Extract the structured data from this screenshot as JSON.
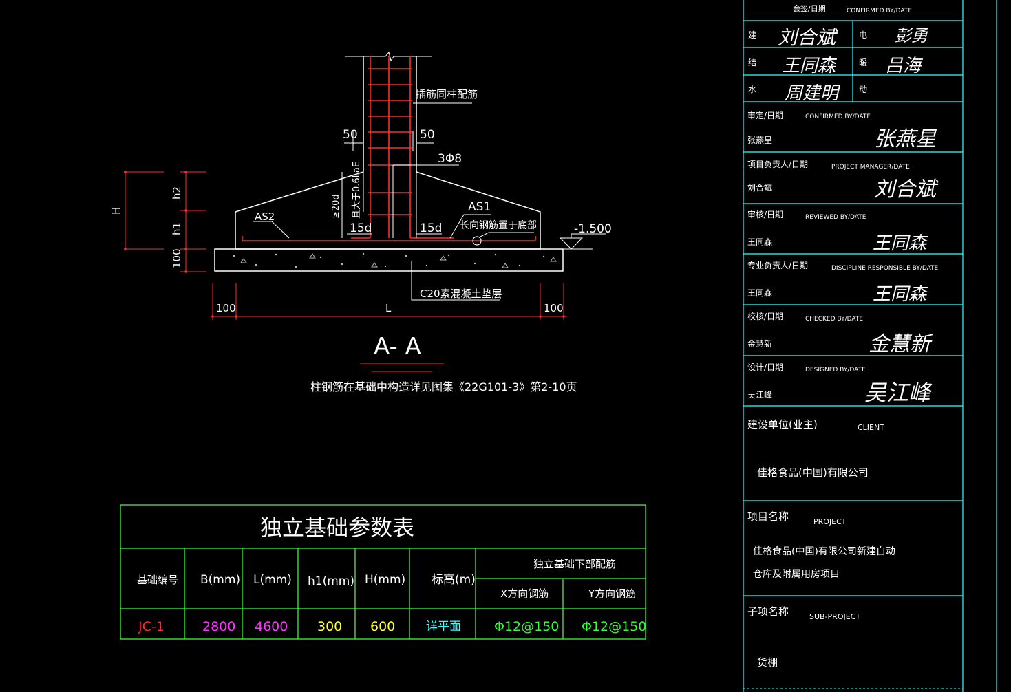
{
  "section": {
    "title": "A- A",
    "note": "柱钢筋在基础中构造详见图集《22G101-3》第2-10页",
    "labels": {
      "insert": "插筋同柱配筋",
      "dim_50_left": "50",
      "dim_50_right": "50",
      "stirrup": "3Φ8",
      "anchor_vert": "≥20d",
      "anchor_len": "且大于0.6LaE",
      "as1": "AS1",
      "as2": "AS2",
      "d15_left": "15d",
      "d15_right": "15d",
      "long_bar": "长向钢筋置于底部",
      "elevation": "-1.500",
      "cushion": "C20素混凝土垫层",
      "H": "H",
      "h1": "h1",
      "h2": "h2",
      "d100_vert": "100",
      "d100_left": "100",
      "d100_right": "100",
      "L": "L"
    }
  },
  "param_table": {
    "title": "独立基础参数表",
    "headers": [
      "基础编号",
      "B(mm)",
      "L(mm)",
      "h1(mm)",
      "H(mm)",
      "标高(m)"
    ],
    "rebar_group": "独立基础下部配筋",
    "rebar_headers": [
      "X方向钢筋",
      "Y方向钢筋"
    ],
    "row": [
      "JC-1",
      "2800",
      "4600",
      "300",
      "600",
      "详平面",
      "Φ12@150",
      "Φ12@150"
    ],
    "row_colors": [
      "#ff2a2a",
      "#ff33ff",
      "#ff33ff",
      "#ffff33",
      "#ffff33",
      "#33ffff",
      "#33ff33",
      "#33ff33"
    ]
  },
  "title_block": {
    "countersign": "会签/日期",
    "countersign_en": "CONFIRMED BY/DATE",
    "disciplines": [
      "建",
      "电",
      "结",
      "暖",
      "水",
      "动"
    ],
    "signatures": [
      "刘合斌",
      "彭勇",
      "王同森",
      "吕海",
      "周建明"
    ],
    "rows": [
      {
        "cn": "审定/日期",
        "en": "CONFIRMED BY/DATE",
        "name": "张燕星",
        "sig": "张燕星"
      },
      {
        "cn": "项目负责人/日期",
        "en": "PROJECT MANAGER/DATE",
        "name": "刘合斌",
        "sig": "刘合斌"
      },
      {
        "cn": "审核/日期",
        "en": "REVIEWED BY/DATE",
        "name": "王同森",
        "sig": "王同森"
      },
      {
        "cn": "专业负责人/日期",
        "en": "DISCIPLINE RESPONSIBLE BY/DATE",
        "name": "王同森",
        "sig": "王同森"
      },
      {
        "cn": "校核/日期",
        "en": "CHECKED BY/DATE",
        "name": "金慧新",
        "sig": "金慧新"
      },
      {
        "cn": "设计/日期",
        "en": "DESIGNED BY/DATE",
        "name": "吴江峰",
        "sig": "吴江峰"
      }
    ],
    "client_label": "建设单位(业主)",
    "client_en": "CLIENT",
    "client": "佳格食品(中国)有限公司",
    "project_label": "项目名称",
    "project_en": "PROJECT",
    "project_line1": "佳格食品(中国)有限公司新建自动",
    "project_line2": "仓库及附属用房项目",
    "subproject_label": "子项名称",
    "subproject_en": "SUB-PROJECT",
    "subproject": "货棚"
  },
  "colors": {
    "rebar": "#ff2a2a",
    "outline": "#ffffff",
    "table_grid": "#33ff33",
    "title_grid": "#33ffff",
    "dim": "#ff2a2a"
  }
}
